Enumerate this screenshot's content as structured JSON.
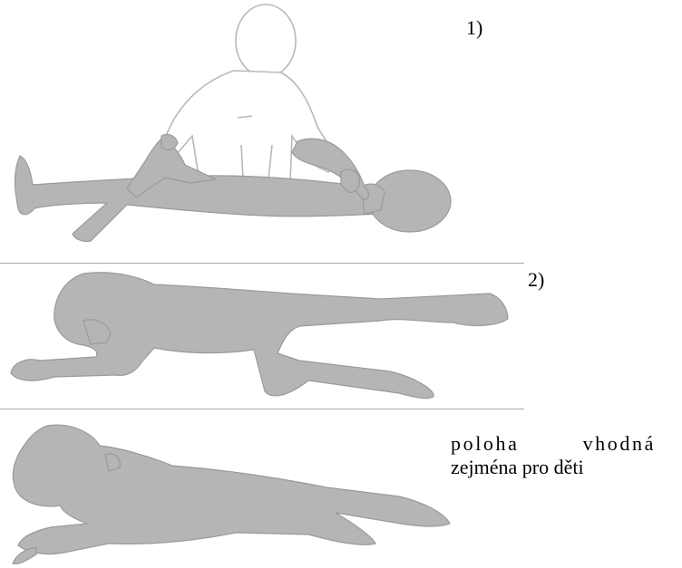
{
  "labels": {
    "step_1": "1)",
    "step_2": "2)"
  },
  "note": {
    "line_1": "poloha vhodná",
    "line_2": "zejména pro děti"
  },
  "colors": {
    "figure_fill": "#b5b5b5",
    "figure_edge": "#9a9a9a",
    "helper_outline": "#b8b8b8",
    "separator": "#8c8c8c"
  }
}
